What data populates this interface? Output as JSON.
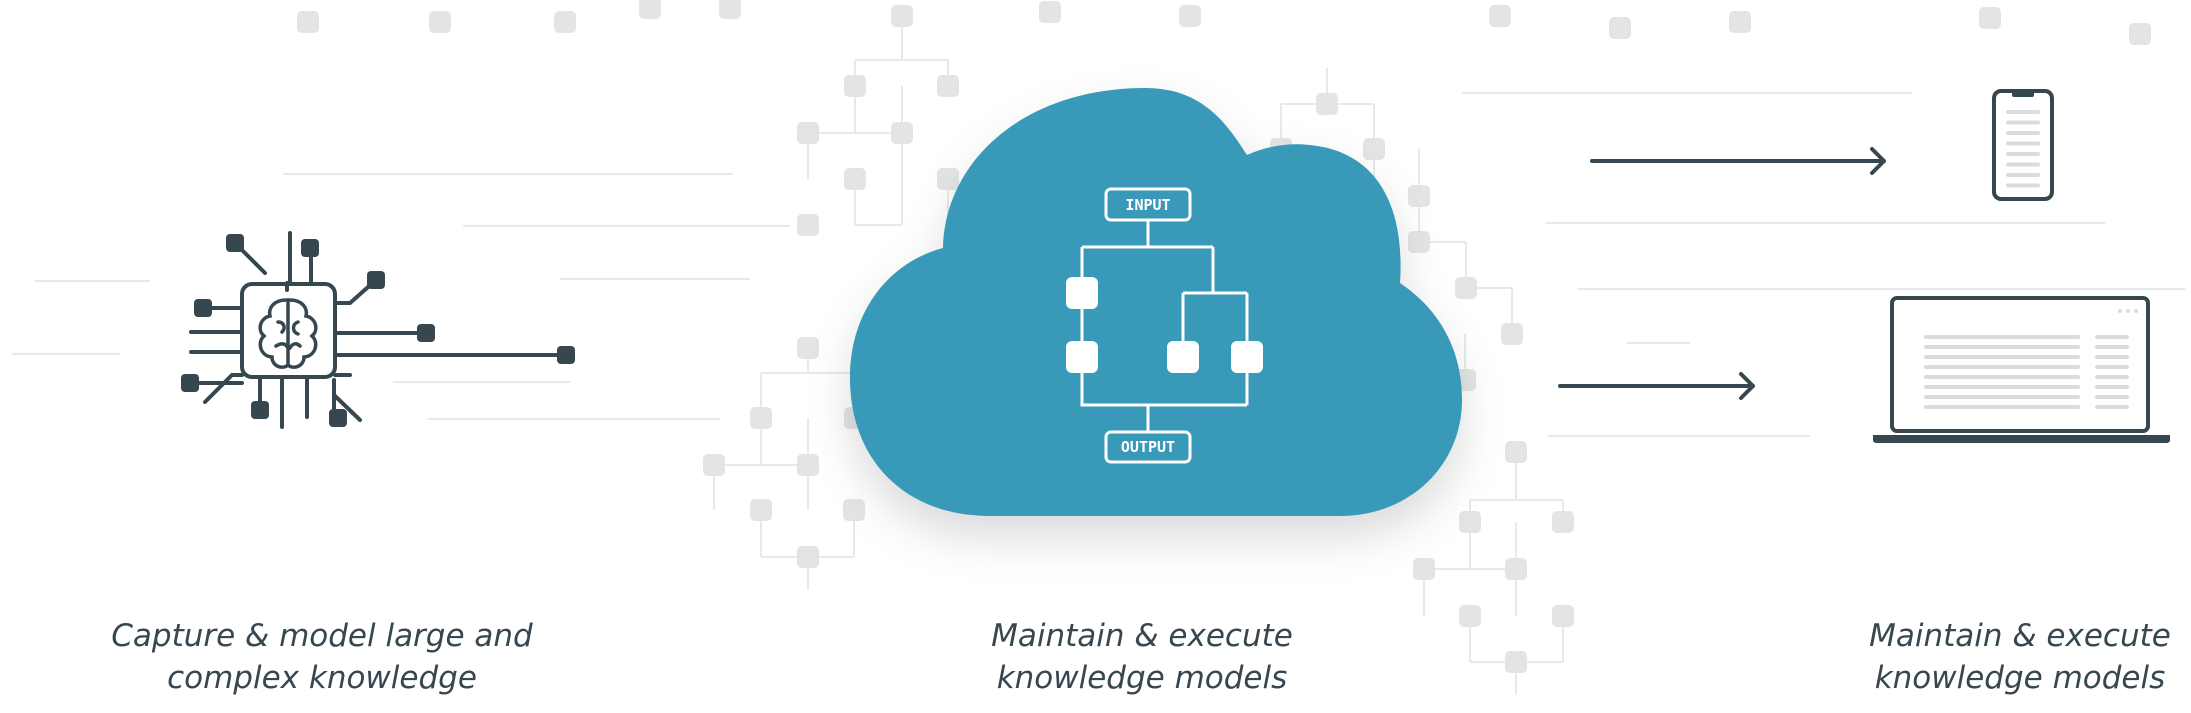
{
  "colors": {
    "background": "#ffffff",
    "cloud": "#3799b8",
    "dark": "#36474f",
    "faint_line": "#e7e9ea",
    "faint_node": "#e2e4e5",
    "screen_lines": "#d9dcde"
  },
  "diagram": {
    "nodes": [
      {
        "id": "chip",
        "icon": "brain-chip-icon",
        "caption": [
          "Capture & model large and",
          "complex knowledge"
        ]
      },
      {
        "id": "cloud",
        "icon": "cloud-decision-tree-icon",
        "input_label": "INPUT",
        "output_label": "OUTPUT",
        "caption": [
          "Maintain & execute",
          "knowledge models"
        ]
      },
      {
        "id": "devices",
        "icons": [
          "smartphone-icon",
          "laptop-icon"
        ],
        "caption": [
          "Maintain & execute",
          "knowledge models"
        ]
      }
    ],
    "edges": [
      {
        "from": "cloud",
        "to": "smartphone-icon"
      },
      {
        "from": "cloud",
        "to": "laptop-icon"
      }
    ]
  }
}
